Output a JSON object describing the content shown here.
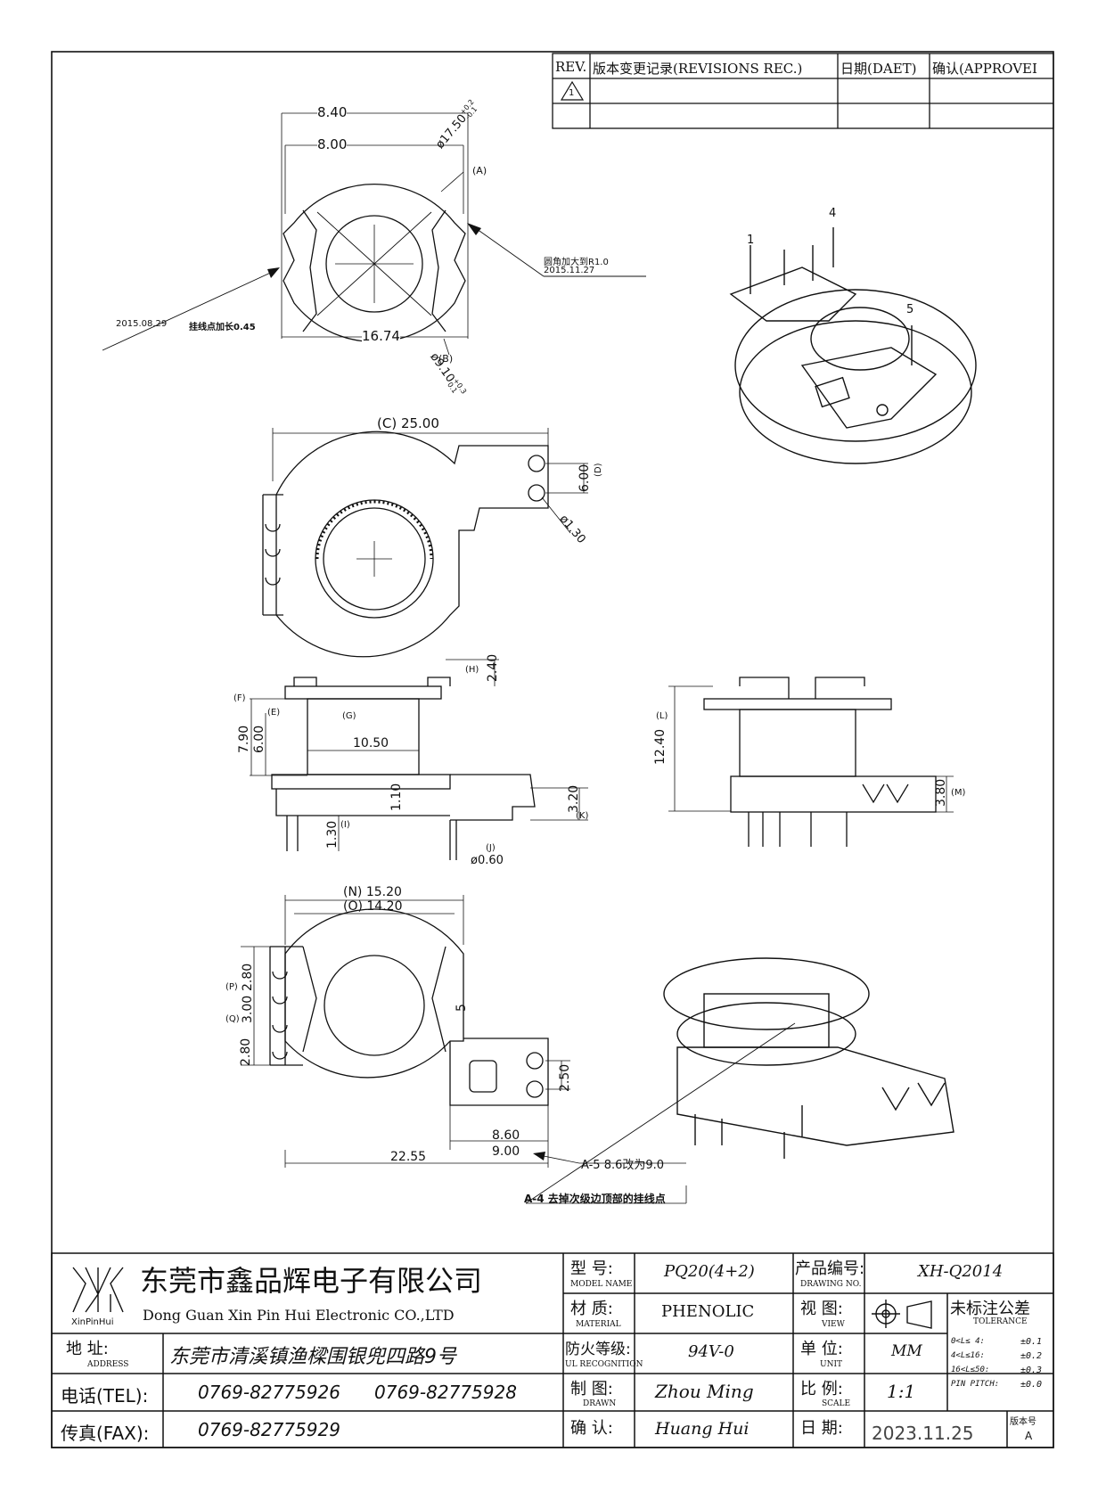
{
  "revision_table": {
    "headers": {
      "rev": "REV.",
      "record": "版本变更记录(REVISIONS REC.)",
      "date": "日期(DAET)",
      "approve": "确认(APPROVEI"
    },
    "row1_mark": "1"
  },
  "views": {
    "top": {
      "dim_840": "8.40",
      "dim_800": "8.00",
      "dim_1674": "16.74",
      "dia_a_value": "ø17.50",
      "dia_a_tol_top": "+0.2",
      "dia_a_tol_bot": "-0.1",
      "label_a": "(A)",
      "dia_b_value": "ø9.10",
      "dia_b_tol_top": "+0.3",
      "dia_b_tol_bot": "0.1",
      "label_b": "(B)",
      "note_r1": "圆角加大到R1.0",
      "note_r1_date": "2015.11.27",
      "note_pin_date": "2015.08.29",
      "note_pin": "挂线点加长0.45"
    },
    "bottom": {
      "dim_c": "(C) 25.00",
      "dim_d_val": "6.00",
      "label_d": "(D)",
      "dia_pin": "ø1.30"
    },
    "front": {
      "dim_h_val": "2.40",
      "label_h": "(H)",
      "label_f": "(F)",
      "label_e": "(E)",
      "label_g": "(G)",
      "dim_790": "7.90",
      "dim_600": "6.00",
      "dim_1050": "10.50",
      "dim_110": "1.10",
      "dim_320": "3.20",
      "label_k": "(K)",
      "dim_130": "1.30",
      "label_i": "(I)",
      "label_j": "(J)",
      "dia_060": "ø0.60"
    },
    "side": {
      "label_l": "(L)",
      "dim_1240": "12.40",
      "dim_380": "3.80",
      "label_m": "(M)"
    },
    "top2": {
      "dim_n": "(N) 15.20",
      "dim_o": "(O) 14.20",
      "label_p": "(P)",
      "dim_280a": "2.80",
      "label_q": "(Q)",
      "dim_300": "3.00",
      "dim_280b": "2.80",
      "dim_250": "2.50",
      "dim_860": "8.60",
      "dim_2255": "22.55",
      "dim_900": "9.00",
      "pin5": "5",
      "note_a5": "A-5  8.6改为9.0",
      "note_a4": "A-4  去掉次级边顶部的挂线点"
    },
    "iso1": {
      "pin1": "1",
      "pin4": "4",
      "pin5": "5"
    }
  },
  "title_block": {
    "logo_text": "XinPinHui",
    "company_cn": "东莞市鑫品辉电子有限公司",
    "company_en": "Dong Guan Xin Pin Hui Electronic CO.,LTD",
    "model_label_cn": "型  号:",
    "model_label_en": "MODEL NAME",
    "model_value": "PQ20(4+2)",
    "drawing_no_label_cn": "产品编号:",
    "drawing_no_label_en": "DRAWING NO.",
    "drawing_no_value": "XH-Q2014",
    "material_label_cn": "材  质:",
    "material_label_en": "MATERIAL",
    "material_value": "PHENOLIC",
    "view_label_cn": "视  图:",
    "view_label_en": "VIEW",
    "tolerance_label_cn": "未标注公差",
    "tolerance_label_en": "TOLERANCE",
    "address_label_cn": "地  址:",
    "address_label_en": "ADDRESS",
    "address_value": "东莞市清溪镇渔樑围银兜四路9号",
    "fire_label_cn": "防火等级:",
    "fire_label_en": "UL RECOGNITION",
    "fire_value": "94V-0",
    "unit_label_cn": "单  位:",
    "unit_label_en": "UNIT",
    "unit_value": "MM",
    "tolerances": [
      {
        "range": "0<L≤ 4:",
        "value": "±0.1"
      },
      {
        "range": "4<L≤16:",
        "value": "±0.2"
      },
      {
        "range": "16<L≤50:",
        "value": "±0.3"
      },
      {
        "range": "PIN PITCH:",
        "value": "±0.0"
      }
    ],
    "tel_label": "电话(TEL):",
    "tel_1": "0769-82775926",
    "tel_2": "0769-82775928",
    "drawn_label_cn": "制  图:",
    "drawn_label_en": "DRAWN",
    "drawn_value": "Zhou Ming",
    "scale_label_cn": "比  例:",
    "scale_label_en": "SCALE",
    "scale_value": "1:1",
    "fax_label": "传真(FAX):",
    "fax_value": "0769-82775929",
    "confirm_label": "确  认:",
    "confirm_value": "Huang Hui",
    "date_label": "日  期:",
    "date_value": "2023.11.25",
    "version_label": "版本号",
    "version_value": "A"
  }
}
